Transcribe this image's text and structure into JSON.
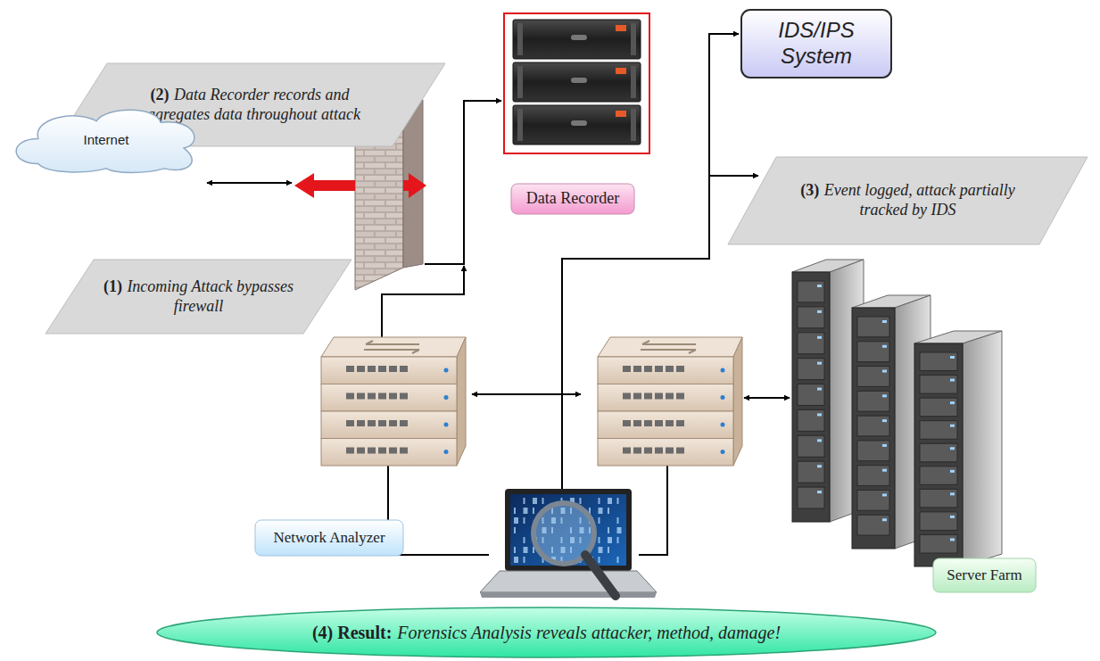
{
  "diagram": {
    "nodes": [
      {
        "text": [
          "IDS/IPS System"
        ]
      },
      {
        "text": [
          "(2)",
          "Data Recorder records and aggregates data throughout attack"
        ]
      },
      {
        "text": [
          "Internet"
        ]
      },
      {
        "text": [
          "(3)",
          "Event logged, attack partially tracked by IDS"
        ]
      },
      {
        "text": [
          "Data Recorder"
        ]
      },
      {
        "text": [
          "(1)",
          "Incoming Attack bypasses firewall"
        ]
      },
      {
        "text": [
          "Network Analyzer"
        ]
      },
      {
        "text": [
          "Server Farm"
        ]
      },
      {
        "text": [
          "(4) Result:",
          "Forensics Analysis reveals attacker, method, damage!"
        ]
      }
    ]
  }
}
